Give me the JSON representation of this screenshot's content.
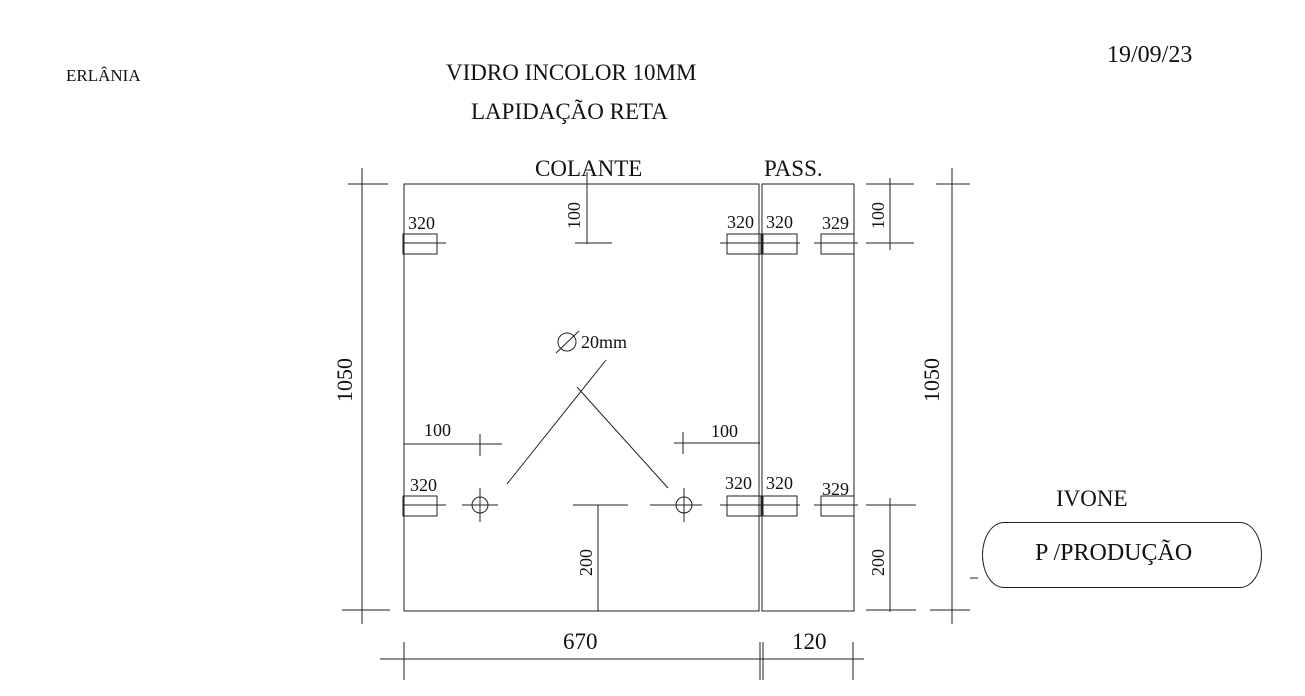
{
  "header": {
    "client": "ERLÂNIA",
    "glass_type": "VIDRO INCOLOR 10MM",
    "finish": "LAPIDAÇÃO RETA",
    "date": "19/09/23"
  },
  "panels": {
    "fixed_label": "COLANTE",
    "sliding_label": "PASS."
  },
  "dimensions": {
    "height_left": "1050",
    "height_right": "1050",
    "width_fixed": "670",
    "width_sliding": "120",
    "top_offset_center": "100",
    "top_offset_right": "100",
    "bottom_offset_center": "200",
    "bottom_offset_right": "200",
    "hole_offset_left": "100",
    "hole_offset_right": "100",
    "hole_diameter": "20mm"
  },
  "hardware": {
    "top_left": "320",
    "top_mid_a": "320",
    "top_mid_b": "320",
    "top_right": "329",
    "bottom_left": "320",
    "bottom_mid_a": "320",
    "bottom_mid_b": "320",
    "bottom_right": "329"
  },
  "footer": {
    "person": "IVONE",
    "destination": "P /PRODUÇÃO"
  }
}
